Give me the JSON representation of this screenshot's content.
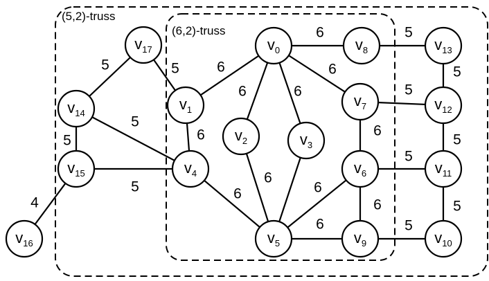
{
  "regions": [
    {
      "id": "truss-5-2",
      "label": "(5,2)-truss"
    },
    {
      "id": "truss-6-2",
      "label": "(6,2)-truss"
    }
  ],
  "nodes": [
    {
      "id": "v0",
      "base": "v",
      "sub": "0"
    },
    {
      "id": "v1",
      "base": "v",
      "sub": "1"
    },
    {
      "id": "v2",
      "base": "v",
      "sub": "2"
    },
    {
      "id": "v3",
      "base": "v",
      "sub": "3"
    },
    {
      "id": "v4",
      "base": "v",
      "sub": "4"
    },
    {
      "id": "v5",
      "base": "v",
      "sub": "5"
    },
    {
      "id": "v6",
      "base": "v",
      "sub": "6"
    },
    {
      "id": "v7",
      "base": "v",
      "sub": "7"
    },
    {
      "id": "v8",
      "base": "v",
      "sub": "8"
    },
    {
      "id": "v9",
      "base": "v",
      "sub": "9"
    },
    {
      "id": "v10",
      "base": "v",
      "sub": "10"
    },
    {
      "id": "v11",
      "base": "v",
      "sub": "11"
    },
    {
      "id": "v12",
      "base": "v",
      "sub": "12"
    },
    {
      "id": "v13",
      "base": "v",
      "sub": "13"
    },
    {
      "id": "v14",
      "base": "v",
      "sub": "14"
    },
    {
      "id": "v15",
      "base": "v",
      "sub": "15"
    },
    {
      "id": "v16",
      "base": "v",
      "sub": "16"
    },
    {
      "id": "v17",
      "base": "v",
      "sub": "17"
    }
  ],
  "edges": [
    {
      "from": "v0",
      "to": "v1",
      "weight": "6"
    },
    {
      "from": "v0",
      "to": "v2",
      "weight": "6"
    },
    {
      "from": "v0",
      "to": "v3",
      "weight": "6"
    },
    {
      "from": "v0",
      "to": "v7",
      "weight": "6"
    },
    {
      "from": "v0",
      "to": "v8",
      "weight": "6"
    },
    {
      "from": "v1",
      "to": "v4",
      "weight": "6"
    },
    {
      "from": "v2",
      "to": "v5",
      "weight": "6"
    },
    {
      "from": "v3",
      "to": "v5",
      "weight": ""
    },
    {
      "from": "v4",
      "to": "v5",
      "weight": "6"
    },
    {
      "from": "v5",
      "to": "v6",
      "weight": "6"
    },
    {
      "from": "v5",
      "to": "v9",
      "weight": "6"
    },
    {
      "from": "v6",
      "to": "v7",
      "weight": "6"
    },
    {
      "from": "v6",
      "to": "v9",
      "weight": "6"
    },
    {
      "from": "v17",
      "to": "v1",
      "weight": "5"
    },
    {
      "from": "v17",
      "to": "v14",
      "weight": "5"
    },
    {
      "from": "v14",
      "to": "v4",
      "weight": "5"
    },
    {
      "from": "v14",
      "to": "v15",
      "weight": "5"
    },
    {
      "from": "v15",
      "to": "v4",
      "weight": "5"
    },
    {
      "from": "v15",
      "to": "v16",
      "weight": "4"
    },
    {
      "from": "v8",
      "to": "v13",
      "weight": "5"
    },
    {
      "from": "v7",
      "to": "v12",
      "weight": "5"
    },
    {
      "from": "v6",
      "to": "v11",
      "weight": "5"
    },
    {
      "from": "v9",
      "to": "v10",
      "weight": "5"
    },
    {
      "from": "v13",
      "to": "v12",
      "weight": "5"
    },
    {
      "from": "v12",
      "to": "v11",
      "weight": "5"
    },
    {
      "from": "v11",
      "to": "v10",
      "weight": "5"
    }
  ]
}
